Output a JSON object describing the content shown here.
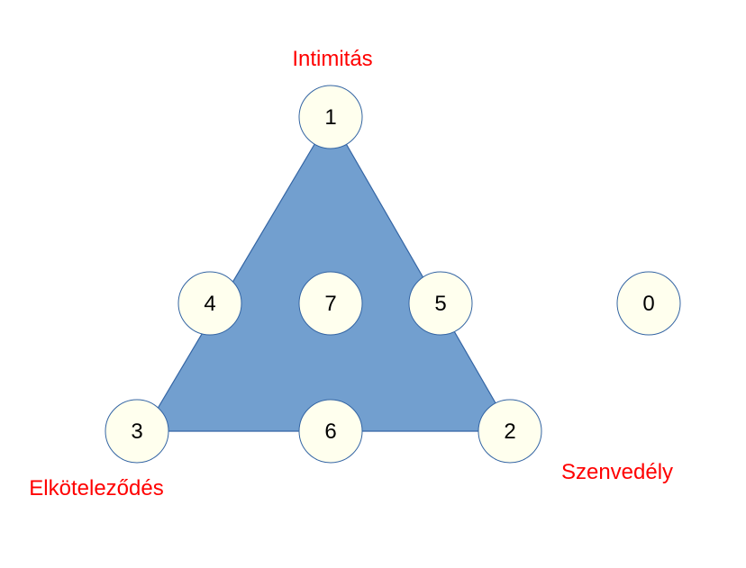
{
  "labels": {
    "top": "Intimitás",
    "right": "Szenvedély",
    "left": "Elköteleződés"
  },
  "nodes": [
    "1",
    "2",
    "3",
    "4",
    "5",
    "6",
    "7",
    "0"
  ],
  "colors": {
    "triangle_fill": "#729fcf",
    "triangle_stroke": "#3465a4",
    "node_fill": "#ffffee",
    "node_stroke": "#3465a4",
    "label": "#ff0000"
  }
}
